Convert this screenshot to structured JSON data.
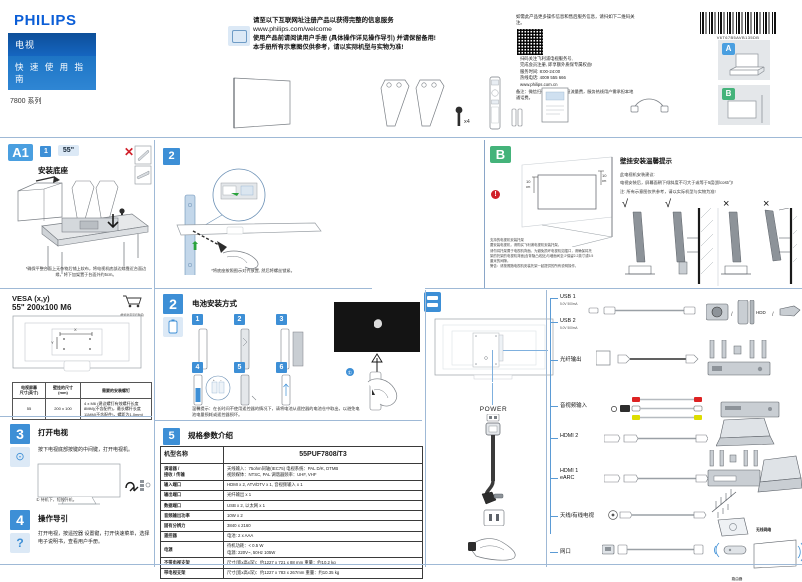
{
  "brand": {
    "name": "PHILIPS",
    "line1": "电视",
    "line2": "快 速 使 用 指 南",
    "series": "7800 系列"
  },
  "register": {
    "line1": "请至以下互联网址注册产品以获得完整的信息服务",
    "url": "www.philips.com/welcome",
    "line3": "使用产品前请阅读用户手册 (具体操作详见操作导引) 并请保留备用!",
    "line4": "本手册所有示意图仅供参考，请以实际机型与实物为准!",
    "icon": "manual-book-icon"
  },
  "qr": {
    "heading": "如需此产品更多操作信息和售后服务信息，请扫如下二维码关注。",
    "lines": [
      "扫码关注飞利浦电视服务号,",
      "完成会员注册, 即享额外质保专属权益!",
      "服务时间: 8:00-24:00",
      "热线电话: 4009 555 666",
      "www.philips.com.cn"
    ],
    "note": "备注：微信扫码用户需要承担流量费，服务热线用户需承担本地通话费。",
    "barcode_number": "V6T67B5AVB135DB"
  },
  "corner_cards": [
    {
      "tag": "A",
      "name": "tabletop-stand-card"
    },
    {
      "tag": "B",
      "name": "wall-mount-card"
    }
  ],
  "accessories": [
    {
      "name": "tv-panel",
      "label": ""
    },
    {
      "name": "stand-leg-left",
      "label": ""
    },
    {
      "name": "stand-leg-right",
      "label": ""
    },
    {
      "name": "screw",
      "label": "x4"
    },
    {
      "name": "remote-control",
      "label": ""
    },
    {
      "name": "aaa-batteries",
      "label": ""
    },
    {
      "name": "quick-start-guide",
      "label": ""
    },
    {
      "name": "power-cable",
      "label": ""
    }
  ],
  "sectionA1": {
    "badge": "A1",
    "step": "1",
    "size": "55\"",
    "title": "安装底座",
    "note": "*确保平整台面上无杂物后铺上软布，将电视机底部边缘靠近台面边缘，将下加架置于台面外约5cm。",
    "screw_count": "x4",
    "warning_icon": "no-press-screen-icon"
  },
  "step2_stand": {
    "badge": "2",
    "note": "*将底座按照图示对齐放置, 然后将螺丝锁紧。"
  },
  "vesa": {
    "title_line1": "VESA (x,y)",
    "title_line2": "55\" 200x100 M6",
    "cart_note": "(壁挂架需另行购买)",
    "table": {
      "headers": [
        "电视屏幕\n尺寸(英寸)",
        "壁挂的尺寸\n(mm)",
        "需要的安装螺钉"
      ],
      "rows": [
        [
          "55",
          "200 x 100",
          "4 x M6 (建议螺钉有效螺杆长度\n8MM)(不含配件)，最长螺杆长度\n11MM(不含配件)，螺距为1.0mm)"
        ]
      ]
    }
  },
  "step3": {
    "badge": "3",
    "title": "打开电视",
    "text": "按下电视底部按键的中间键，打开电视机。",
    "footnote": "① 待机下，短按开机。",
    "icon": "power-button-icon"
  },
  "step4": {
    "badge": "4",
    "title": "操作导引",
    "text": "打开电视，按遥控器 设置键，打开快速菜单，选择电子说明书，查看用户手册。",
    "icon": "question-mark-icon"
  },
  "step2_battery": {
    "badge": "2",
    "title": "电池安装方式",
    "icon": "battery-icon",
    "substeps": [
      "1",
      "2",
      "3",
      "4",
      "5",
      "6"
    ],
    "note": "温馨提示：在长时间不使用遥控器的情况下，请将电池从遥控器的电池仓中取出，以避免电池电量损耗或遥控器损坏。",
    "pair_label": "①"
  },
  "sectionB": {
    "badge": "B",
    "warn_icon": "exclamation-icon",
    "dim_left": "10\ncm",
    "dim_right": "10\ncm",
    "body": "支持的电视机安装托架\n要安装电视机，请购买飞利浦电视机安装托架。\n请勿将托架置于电视机背面。为避免损坏电视机如插口，请确保将托架的托架的电视机背面(含背隐凸线处)与墙面间至少保留2.2英寸或5.5厘米的间隙。\n警告：请按照随电视机安装托架一起提供的所有说明操作。",
    "tips_title": "壁挂安装温馨提示",
    "tips_l1": "此电视机安装建议:",
    "tips_l2": "电视安装后，屏幕面朝下倾斜度不可大于或等于5度(即cos5°)!",
    "tips_l3": "注: 所有示意图仅供参考，请以实际机型与实物为准!",
    "marks": [
      "√",
      "√",
      "×",
      "×"
    ]
  },
  "specs": {
    "badge": "5",
    "title": "规格参数介绍",
    "header_label": "机型名称",
    "header_value": "55PUF7808/T3",
    "rows": [
      {
        "label": "调谐器 /\n接收 / 传输",
        "value": "天线输入：75ohm同轴(IEC75)    电视系统：PAL D/K, DTMB\n视频媒体：NTSC, PAL                    调谐器频率：UHF, VHF"
      },
      {
        "label": "输入端口",
        "value": "HDMI x 2, ATV/DTV x 1, 音视频输入 x 1"
      },
      {
        "label": "输出端口",
        "value": "光纤输出 x 1"
      },
      {
        "label": "数据端口",
        "value": "USB x 2, 以太网 x 1"
      },
      {
        "label": "音频输出功率",
        "value": "10W x 2"
      },
      {
        "label": "固有分辨力",
        "value": "3840 x 2160"
      },
      {
        "label": "遥控器",
        "value": "电池: 2 x AAA"
      },
      {
        "label": "电源",
        "value": "待机功耗：< 0.5 W\n电源: 220V~, 50Hz   105W"
      },
      {
        "label": "不带电视支架",
        "value": "尺寸(宽x高x深)：约1227 x 721 x 88 mm          重量：约10.2 kg"
      },
      {
        "label": "带电视支架",
        "value": "尺寸(宽x高x深)：约1227 x 783 x 267mm        重量：约10.35 kg"
      }
    ]
  },
  "power": {
    "label": "POWER",
    "socket_icon": "wall-socket-icon",
    "plug_icon": "power-plug-icon"
  },
  "connections": [
    {
      "label": "USB 1",
      "sub": "5.0V 500mA",
      "devices": [
        "camera",
        "hdd",
        "usb-stick"
      ],
      "device_label": "HDD"
    },
    {
      "label": "USB 2",
      "sub": "5.0V 500mA",
      "devices": [],
      "device_label": ""
    },
    {
      "label": "光纤输出",
      "sub": "",
      "devices": [
        "speakers",
        "av-receiver"
      ],
      "device_label": ""
    },
    {
      "label": "音视频输入",
      "sub": "",
      "devices": [
        "dvd-player"
      ],
      "device_label": ""
    },
    {
      "label": "HDMI 2",
      "sub": "",
      "devices": [
        "laptop"
      ],
      "device_label": ""
    },
    {
      "label": "HDMI 1\neARC",
      "sub": "",
      "devices": [
        "speakers",
        "player",
        "laptop"
      ],
      "device_label": ""
    },
    {
      "label": "天线/有线电视",
      "sub": "",
      "devices": [
        "antenna",
        "set-top-box"
      ],
      "device_label": ""
    },
    {
      "label": "网口",
      "sub": "",
      "devices": [
        "router",
        "wireless-network"
      ],
      "device_label": "路由器"
    }
  ],
  "connection_extra": {
    "wireless_label": "无线网络",
    "router_label": "路由器"
  },
  "colors": {
    "philips_blue": "#0b5ed7",
    "badge_blue": "#3d8fd6",
    "badge_green": "#44b37a",
    "accent_line": "#5b9bd5",
    "warning_red": "#d0202a",
    "ok_green": "#2aa33c"
  }
}
